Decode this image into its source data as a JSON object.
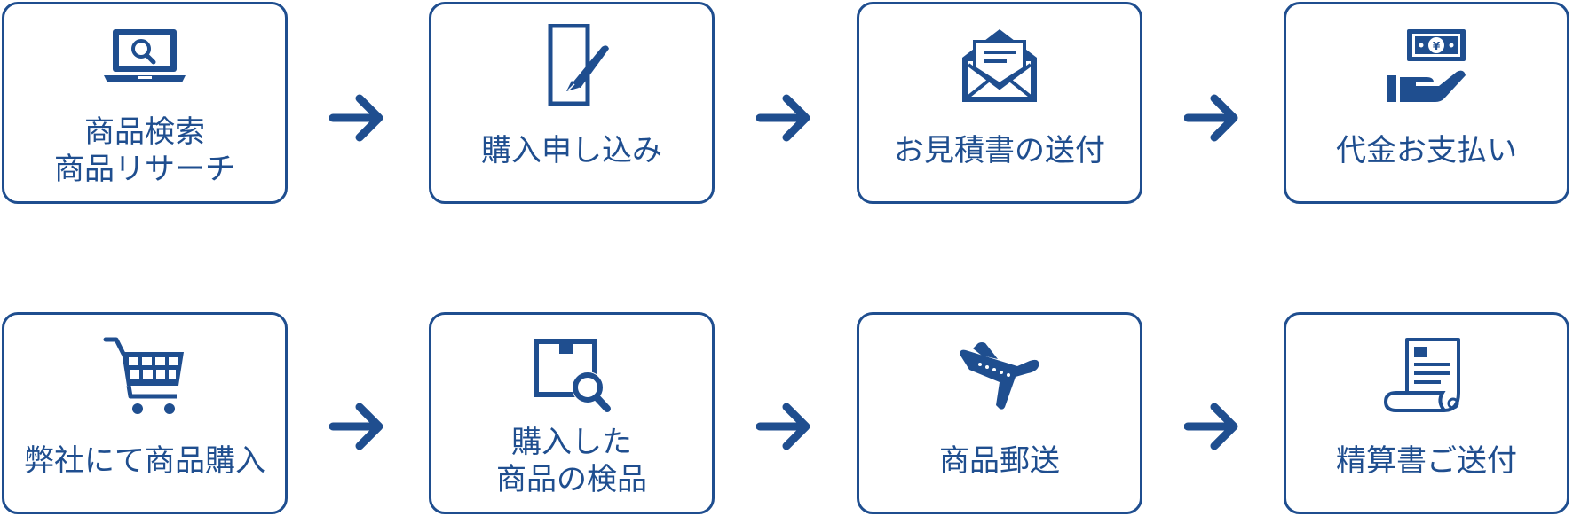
{
  "theme": {
    "accent": "#1f4e8f",
    "background": "#ffffff"
  },
  "steps": [
    {
      "icon": "laptop-search-icon",
      "lines": [
        "商品検索",
        "商品リサーチ"
      ]
    },
    {
      "icon": "document-pen-icon",
      "lines": [
        "購入申し込み"
      ]
    },
    {
      "icon": "open-envelope-icon",
      "lines": [
        "お見積書の送付"
      ]
    },
    {
      "icon": "hand-money-icon",
      "lines": [
        "代金お支払い"
      ]
    },
    {
      "icon": "shopping-cart-icon",
      "lines": [
        "弊社にて商品購入"
      ]
    },
    {
      "icon": "box-search-icon",
      "lines": [
        "購入した",
        "商品の検品"
      ]
    },
    {
      "icon": "airplane-icon",
      "lines": [
        "商品郵送"
      ]
    },
    {
      "icon": "receipt-scroll-icon",
      "lines": [
        "精算書ご送付"
      ]
    }
  ],
  "connector_icon": "arrow-right-icon"
}
